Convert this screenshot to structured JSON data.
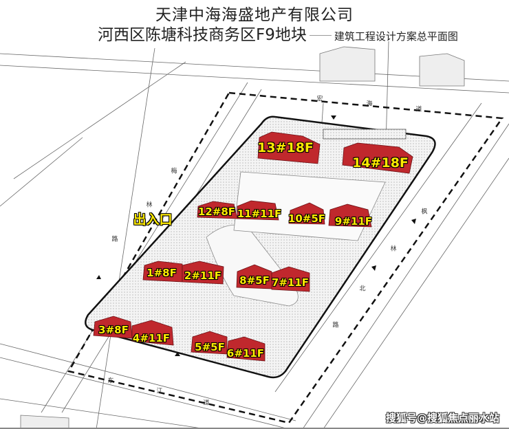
{
  "title": {
    "company": "天津中海海盛地产有限公司",
    "project": "河西区陈塘科技商务区F9地块",
    "subtitle": "建筑工程设计方案总平面图"
  },
  "colors": {
    "building": "#c0282d",
    "label": "#ffeb00",
    "boundary": "#111111"
  },
  "entrance_label": "出入口",
  "roads": {
    "left": [
      "梅",
      "林",
      "路"
    ],
    "right": [
      "枫",
      "林",
      "北",
      "路"
    ],
    "top": [
      "宏",
      "海",
      "道"
    ],
    "bottom": [
      "东",
      "江",
      "道"
    ]
  },
  "buildings": [
    {
      "id": "13",
      "label": "13#18F"
    },
    {
      "id": "14",
      "label": "14#18F"
    },
    {
      "id": "12",
      "label": "12#8F"
    },
    {
      "id": "11",
      "label": "11#11F"
    },
    {
      "id": "10",
      "label": "10#5F"
    },
    {
      "id": "9",
      "label": "9#11F"
    },
    {
      "id": "1",
      "label": "1#8F"
    },
    {
      "id": "2",
      "label": "2#11F"
    },
    {
      "id": "8",
      "label": "8#5F"
    },
    {
      "id": "7",
      "label": "7#11F"
    },
    {
      "id": "3",
      "label": "3#8F"
    },
    {
      "id": "4",
      "label": "4#11F"
    },
    {
      "id": "5",
      "label": "5#5F"
    },
    {
      "id": "6",
      "label": "6#11F"
    }
  ],
  "watermark": "搜狐号@搜狐焦点丽水站"
}
